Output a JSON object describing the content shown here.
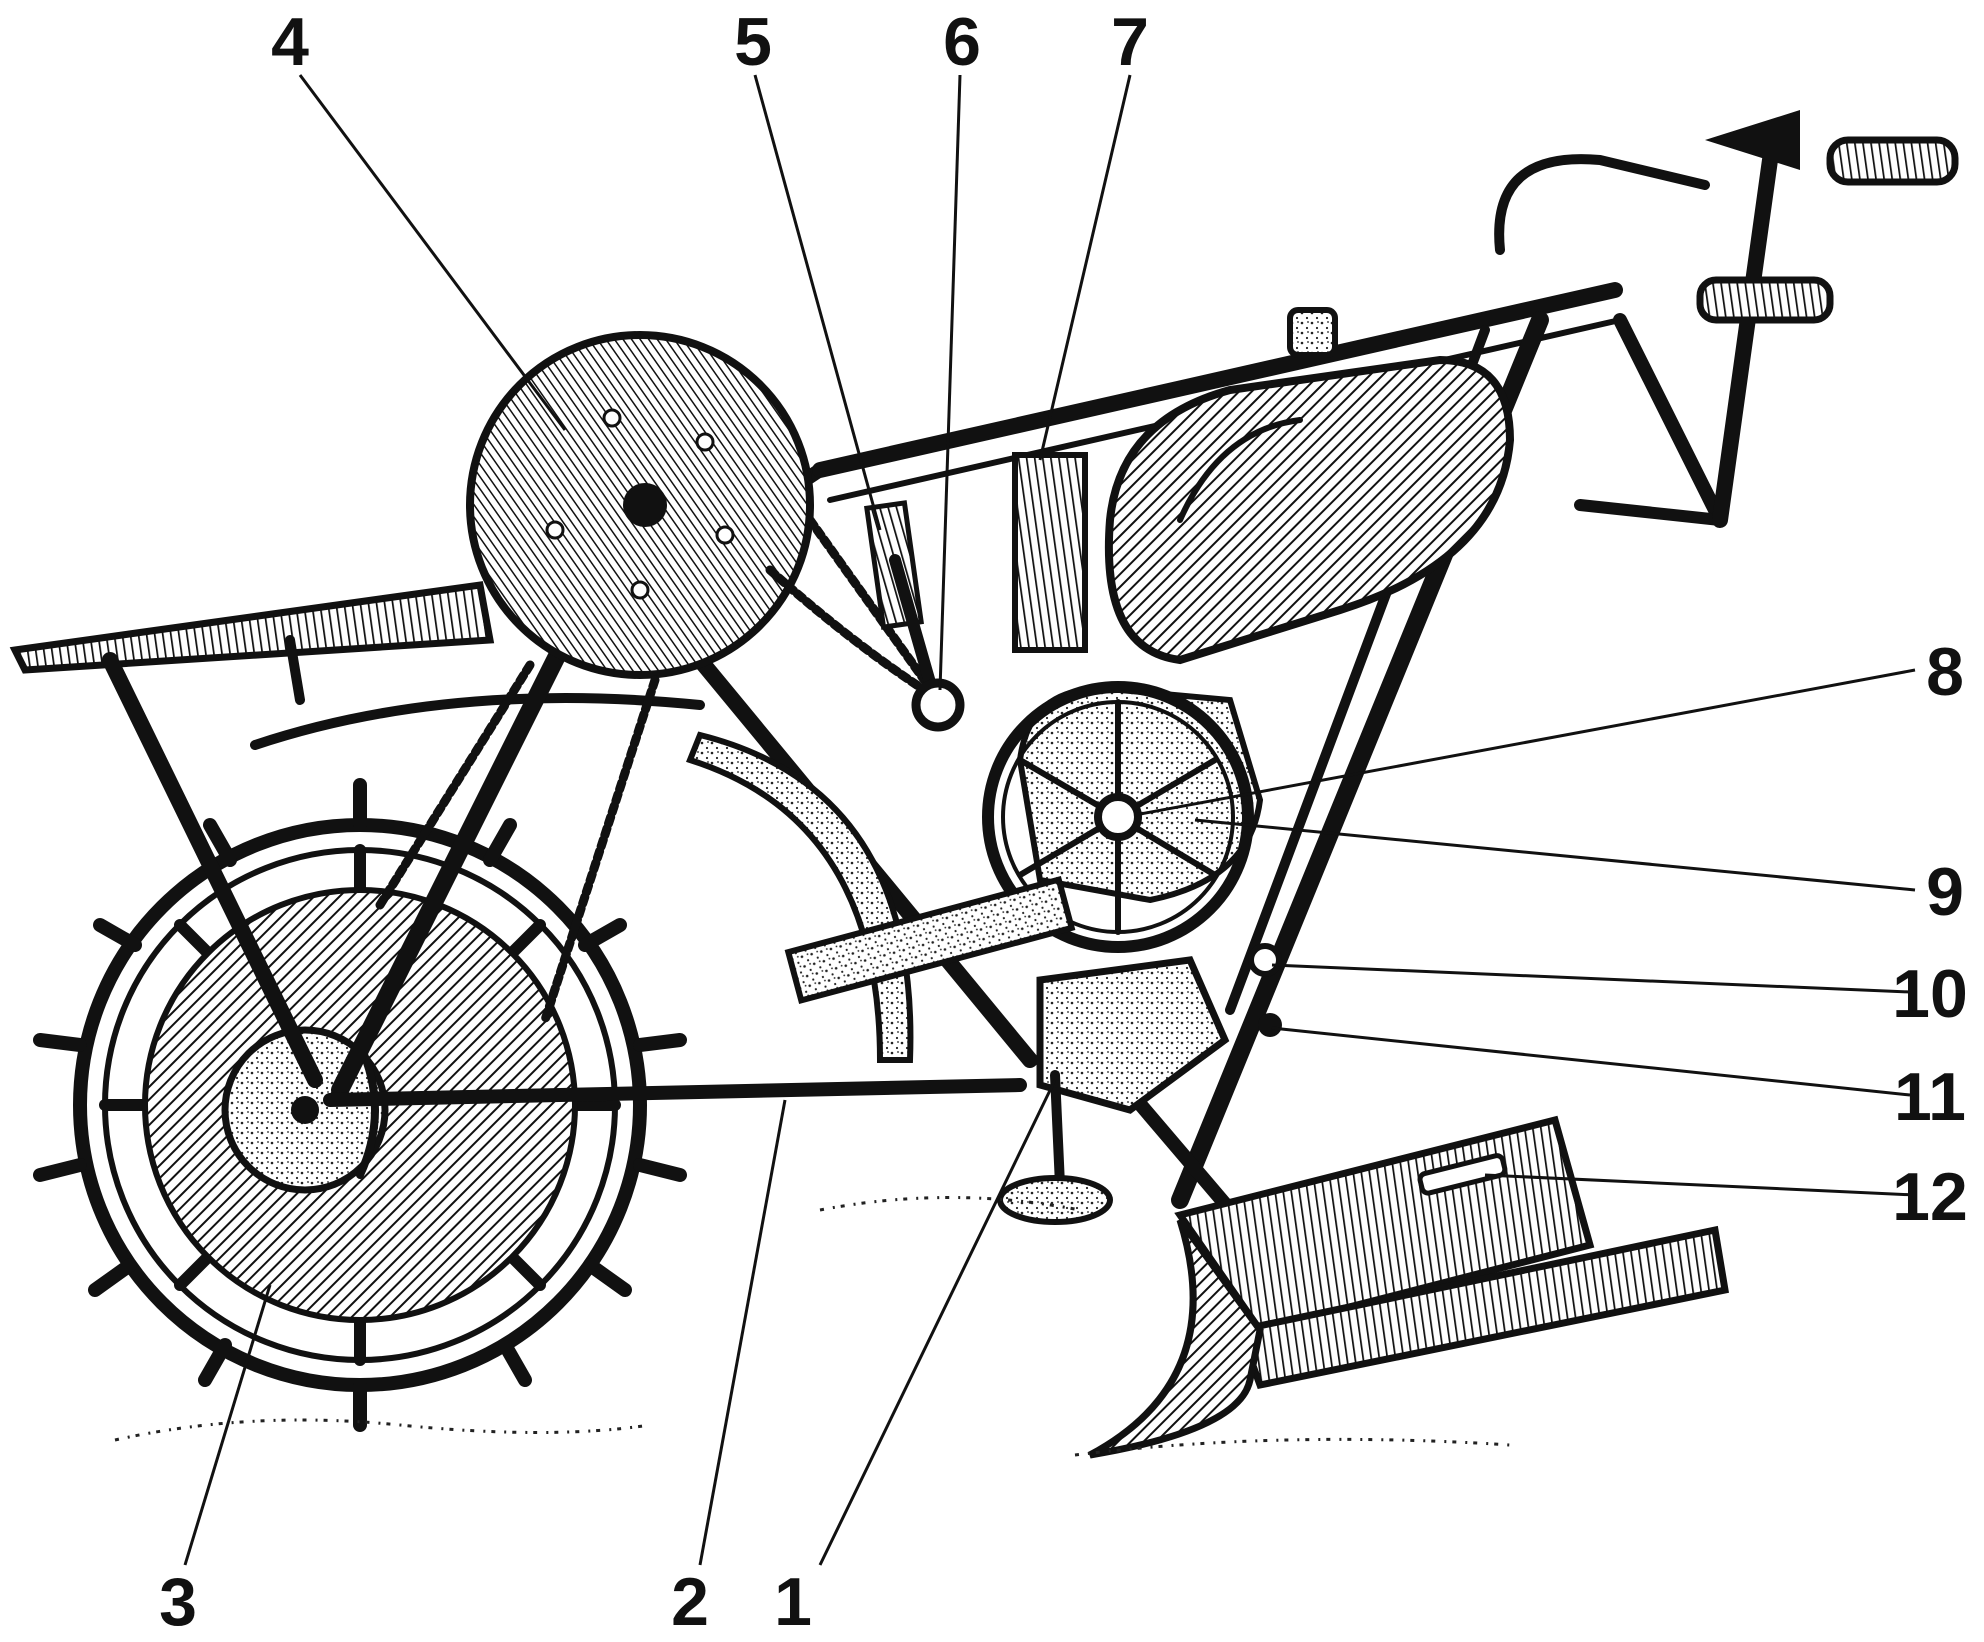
{
  "labels": [
    {
      "id": "1",
      "text": "1"
    },
    {
      "id": "2",
      "text": "2"
    },
    {
      "id": "3",
      "text": "3"
    },
    {
      "id": "4",
      "text": "4"
    },
    {
      "id": "5",
      "text": "5"
    },
    {
      "id": "6",
      "text": "6"
    },
    {
      "id": "7",
      "text": "7"
    },
    {
      "id": "8",
      "text": "8"
    },
    {
      "id": "9",
      "text": "9"
    },
    {
      "id": "10",
      "text": "10"
    },
    {
      "id": "11",
      "text": "11"
    },
    {
      "id": "12",
      "text": "12"
    }
  ],
  "colors": {
    "ink": "#111111",
    "paper": "#ffffff"
  }
}
